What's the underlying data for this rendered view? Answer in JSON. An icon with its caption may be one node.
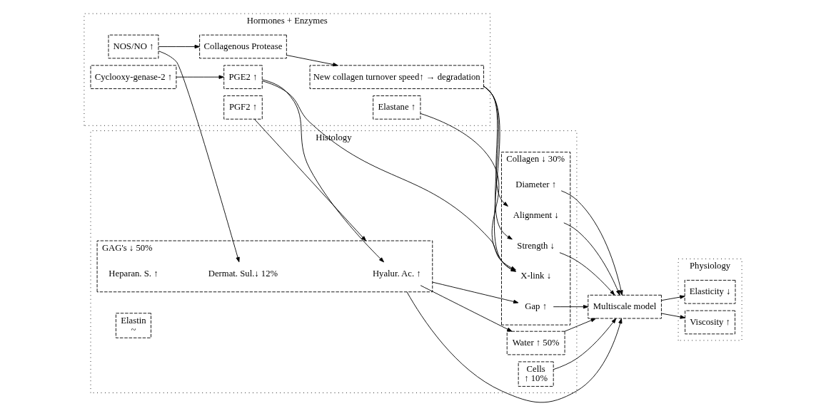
{
  "diagram": {
    "nodes": [
      {
        "text": [
          "Hormones + Enzymes"
        ]
      },
      {
        "text": [
          "NOS/NO ↑"
        ],
        "in": 0
      },
      {
        "text": [
          "Collagenous Protease"
        ],
        "in": 0
      },
      {
        "text": [
          "New collagen turnover speed↑ → degradation"
        ],
        "in": 0
      },
      {
        "text": [
          "Elastane ↑"
        ],
        "in": 0
      },
      {
        "text": [
          "PGF2 ↑"
        ],
        "in": 0
      },
      {
        "text": [
          "Cyclooxy-genase-2 ↑"
        ],
        "in": 0
      },
      {
        "text": [
          "PGE2 ↑"
        ],
        "in": 0
      },
      {
        "text": [
          "Histology"
        ]
      },
      {
        "text": [
          "Collagen ↓ 30%"
        ],
        "in": 8
      },
      {
        "text": [
          "Alignment ↓"
        ],
        "in": 9
      },
      {
        "text": [
          "Strength ↓"
        ],
        "in": 9
      },
      {
        "text": [
          "X-link ↓"
        ],
        "in": 9
      },
      {
        "text": [
          "Diameter ↑"
        ],
        "in": 9
      },
      {
        "text": [
          "Gap ↑"
        ],
        "in": 9
      },
      {
        "text": [
          "GAG's ↓ 50%"
        ],
        "in": 8
      },
      {
        "text": [
          "Hyalur. Ac. ↑"
        ],
        "in": 15
      },
      {
        "text": [
          "Dermat. Sul.↓ 12%"
        ],
        "in": 15
      },
      {
        "text": [
          "Heparan. S. ↑"
        ],
        "in": 15
      },
      {
        "text": [
          "Elastin",
          "~"
        ],
        "in": 8
      },
      {
        "text": [
          "Cells",
          "↑ 10%"
        ],
        "in": 8
      },
      {
        "text": [
          "Water ↑ 50%"
        ],
        "in": 8
      },
      {
        "text": [
          "Multiscale model"
        ]
      },
      {
        "text": [
          "Physiology"
        ]
      },
      {
        "text": [
          "Elasticity ↓"
        ],
        "in": 23
      },
      {
        "text": [
          "Viscosity ↑"
        ],
        "in": 23
      }
    ],
    "edges": [
      {
        "from": 1,
        "to": 2,
        "arrow": "to"
      },
      {
        "from": 1,
        "to": 17,
        "arrow": "to"
      },
      {
        "from": 2,
        "to": 3,
        "arrow": "to"
      },
      {
        "from": 3,
        "to": 10,
        "arrow": "to"
      },
      {
        "from": 3,
        "to": 11,
        "arrow": "to"
      },
      {
        "from": 3,
        "to": 12,
        "arrow": "to"
      },
      {
        "from": 4,
        "to": 12,
        "arrow": "to"
      },
      {
        "from": 5,
        "to": 15,
        "arrow": "to"
      },
      {
        "from": 6,
        "to": 7,
        "arrow": "to"
      },
      {
        "from": 7,
        "to": 16,
        "arrow": "to"
      },
      {
        "from": 7,
        "to": 12,
        "arrow": "to"
      },
      {
        "from": 15,
        "to": 14,
        "arrow": "to"
      },
      {
        "from": 16,
        "to": 21,
        "arrow": "to"
      },
      {
        "from": 10,
        "to": 22,
        "arrow": "to"
      },
      {
        "from": 11,
        "to": 22,
        "arrow": "to"
      },
      {
        "from": 13,
        "to": 22,
        "arrow": "to"
      },
      {
        "from": 14,
        "to": 22,
        "arrow": "to"
      },
      {
        "from": 15,
        "to": 22,
        "arrow": "to"
      },
      {
        "from": 21,
        "to": 22,
        "arrow": "to"
      },
      {
        "from": 20,
        "to": 22,
        "arrow": "to"
      },
      {
        "from": 22,
        "to": 24,
        "arrow": "to"
      },
      {
        "from": 22,
        "to": 25,
        "arrow": "to"
      }
    ]
  }
}
